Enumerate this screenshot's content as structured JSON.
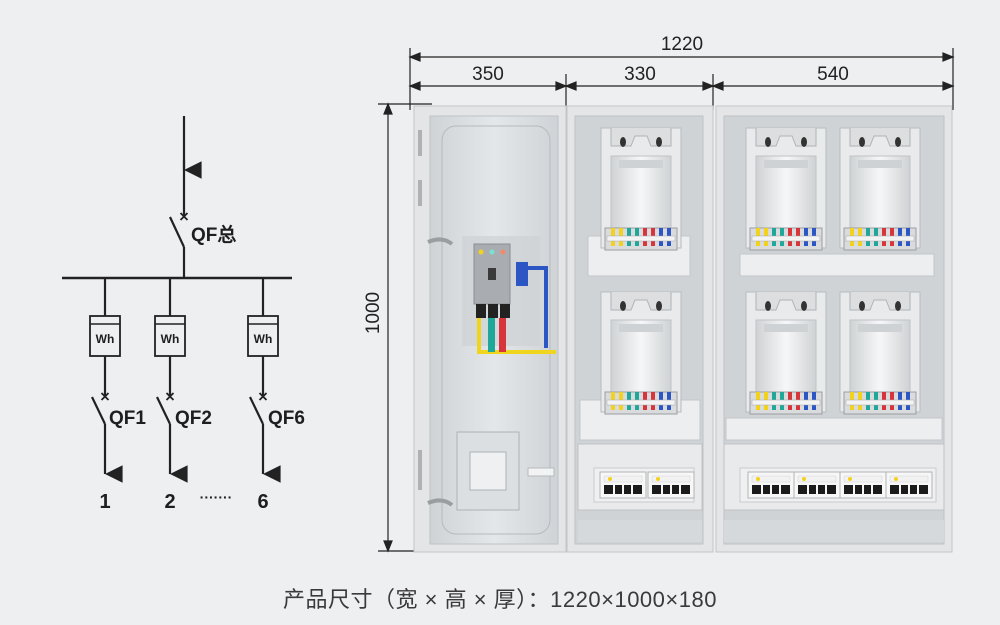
{
  "schematic": {
    "main_breaker_label": "QF总",
    "meter_label": "Wh",
    "branches": [
      {
        "breaker_label": "QF1",
        "outlet_label": "1"
      },
      {
        "breaker_label": "QF2",
        "outlet_label": "2"
      },
      {
        "breaker_label": "QF6",
        "outlet_label": "6"
      }
    ],
    "ellipsis": "·······"
  },
  "dimensions": {
    "total_width": "1220",
    "section_widths": [
      "350",
      "330",
      "540"
    ],
    "height": "1000"
  },
  "cabinet": {
    "compartments": [
      {
        "name": "incoming",
        "content": "main breaker with busbars"
      },
      {
        "name": "meter-2",
        "meter_slots": 2,
        "breakers": 2
      },
      {
        "name": "meter-4",
        "meter_slots": 4,
        "breakers": 4
      }
    ],
    "wire_colors": [
      "#f2d21c",
      "#1fa89a",
      "#d8343c",
      "#2b56c4"
    ]
  },
  "caption": "产品尺寸（宽 × 高 × 厚）：1220×1000×180",
  "colors": {
    "background": "#eeeff1",
    "line": "#222222",
    "cabinet_frame": "#e4e6e8",
    "cabinet_inner": "#d6d9dc"
  }
}
